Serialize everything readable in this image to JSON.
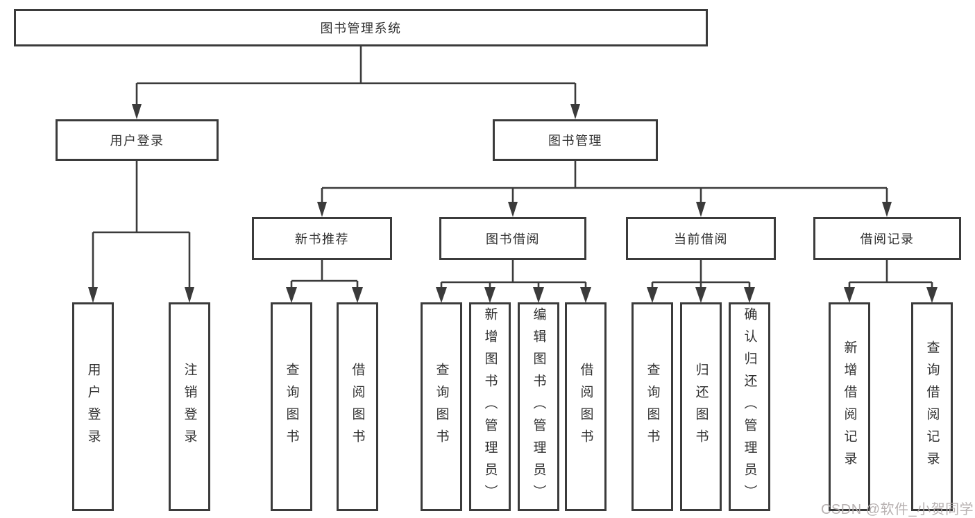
{
  "tree": {
    "label": "图书管理系统",
    "children": [
      {
        "label": "用户登录",
        "children": [
          {
            "label": "用户登录"
          },
          {
            "label": "注销登录"
          }
        ]
      },
      {
        "label": "图书管理",
        "children": [
          {
            "label": "新书推荐",
            "children": [
              {
                "label": "查询图书"
              },
              {
                "label": "借阅图书"
              }
            ]
          },
          {
            "label": "图书借阅",
            "children": [
              {
                "label": "查询图书"
              },
              {
                "label": "新增图书（管理员）"
              },
              {
                "label": "编辑图书（管理员）"
              },
              {
                "label": "借阅图书"
              }
            ]
          },
          {
            "label": "当前借阅",
            "children": [
              {
                "label": "查询图书"
              },
              {
                "label": "归还图书"
              },
              {
                "label": "确认归还（管理员）"
              }
            ]
          },
          {
            "label": "借阅记录",
            "children": [
              {
                "label": "新增借阅记录"
              },
              {
                "label": "查询借阅记录"
              }
            ]
          }
        ]
      }
    ]
  },
  "watermark": {
    "text": "CSDN @软件_小贺同学"
  },
  "colors": {
    "line": "#3b3b3b",
    "box_border": "#3b3b3b",
    "box_fill": "#ffffff",
    "text": "#303030",
    "watermark": "#b2abab"
  }
}
